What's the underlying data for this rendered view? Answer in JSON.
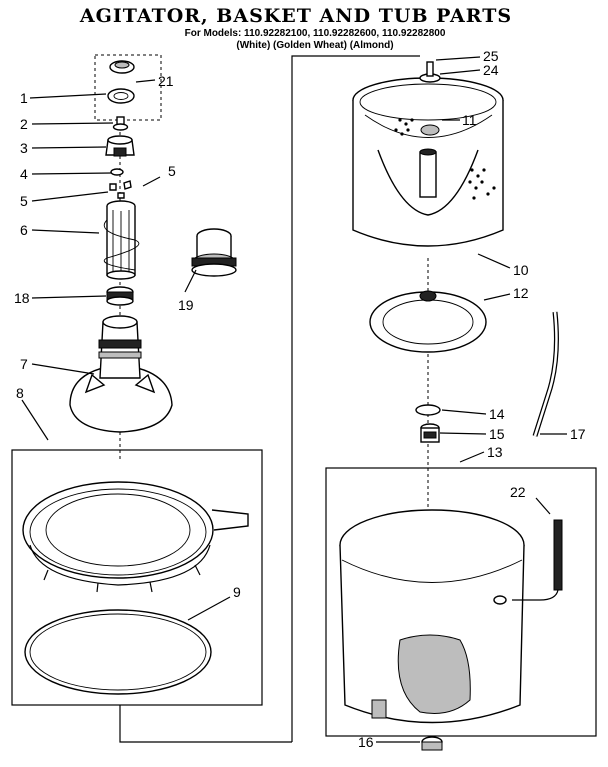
{
  "header": {
    "title": "AGITATOR, BASKET AND TUB PARTS",
    "models": "For Models: 110.92282100, 110.92282600, 110.92282800",
    "colors": "(White)     (Golden Wheat)     (Almond)"
  },
  "callouts": {
    "c1": "1",
    "c2": "2",
    "c3": "3",
    "c4": "4",
    "c5a": "5",
    "c5b": "5",
    "c6": "6",
    "c7": "7",
    "c8": "8",
    "c9": "9",
    "c10": "10",
    "c11": "11",
    "c12": "12",
    "c13": "13",
    "c14": "14",
    "c15": "15",
    "c16": "16",
    "c17": "17",
    "c18": "18",
    "c19": "19",
    "c21": "21",
    "c22": "22",
    "c24": "24",
    "c25": "25"
  }
}
